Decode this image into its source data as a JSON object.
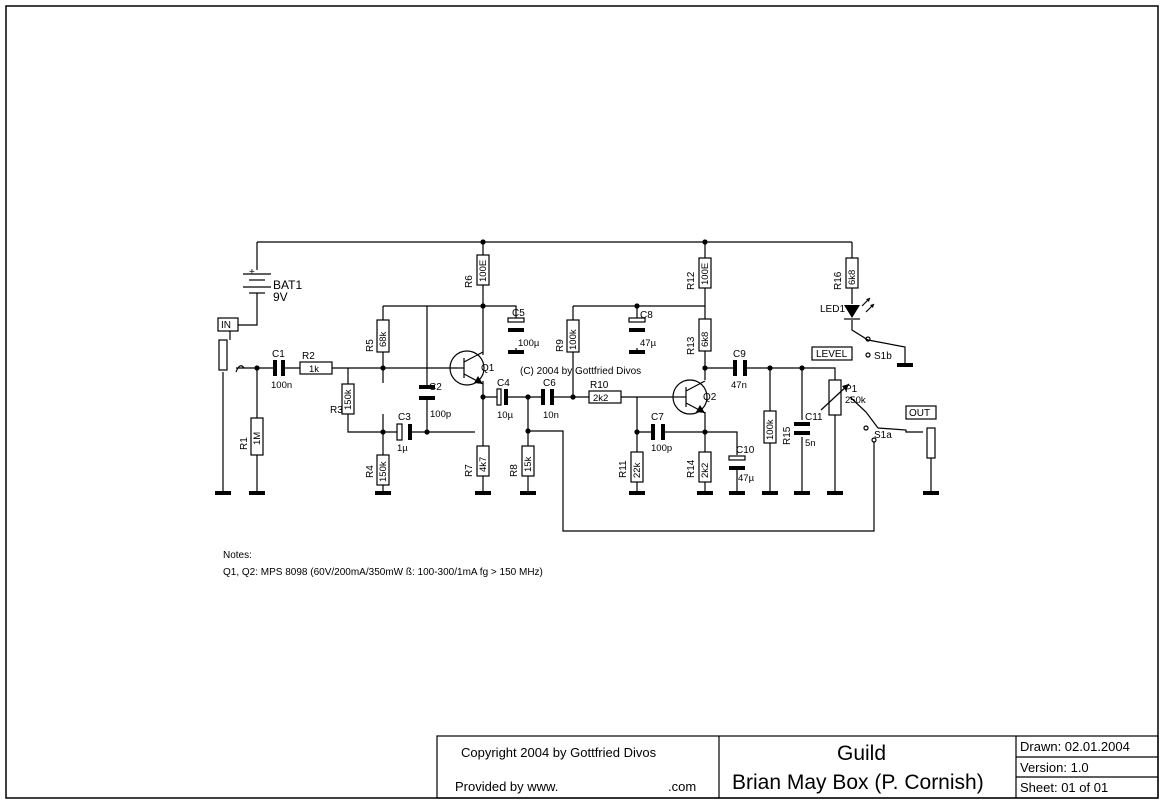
{
  "battery": {
    "ref": "BAT1",
    "value": "9V",
    "plus": "+"
  },
  "labels": {
    "in": "IN",
    "out": "OUT",
    "level": "LEVEL",
    "copyright": "(C) 2004 by Gottfried Divos"
  },
  "parts": {
    "R1": {
      "ref": "R1",
      "value": "1M"
    },
    "R2": {
      "ref": "R2",
      "value": "1k"
    },
    "R3": {
      "ref": "R3",
      "value": "150k"
    },
    "R4": {
      "ref": "R4",
      "value": "150k"
    },
    "R5": {
      "ref": "R5",
      "value": "68k"
    },
    "R6": {
      "ref": "R6",
      "value": "100E"
    },
    "R7": {
      "ref": "R7",
      "value": "4k7"
    },
    "R8": {
      "ref": "R8",
      "value": "15k"
    },
    "R9": {
      "ref": "R9",
      "value": "100k"
    },
    "R10": {
      "ref": "R10",
      "value": "2k2"
    },
    "R11": {
      "ref": "R11",
      "value": "22k"
    },
    "R12": {
      "ref": "R12",
      "value": "100E"
    },
    "R13": {
      "ref": "R13",
      "value": "6k8"
    },
    "R14": {
      "ref": "R14",
      "value": "2k2"
    },
    "R15": {
      "ref": "R15",
      "value": "100k"
    },
    "R16": {
      "ref": "R16",
      "value": "6k8"
    },
    "C1": {
      "ref": "C1",
      "value": "100n"
    },
    "C2": {
      "ref": "C2",
      "value": "100p"
    },
    "C3": {
      "ref": "C3",
      "value": "1µ"
    },
    "C4": {
      "ref": "C4",
      "value": "10µ"
    },
    "C5": {
      "ref": "C5",
      "value": "100µ"
    },
    "C6": {
      "ref": "C6",
      "value": "10n"
    },
    "C7": {
      "ref": "C7",
      "value": "100p"
    },
    "C8": {
      "ref": "C8",
      "value": "47µ"
    },
    "C9": {
      "ref": "C9",
      "value": "47n"
    },
    "C10": {
      "ref": "C10",
      "value": "47µ"
    },
    "C11": {
      "ref": "C11",
      "value": "5n"
    },
    "Q1": {
      "ref": "Q1"
    },
    "Q2": {
      "ref": "Q2"
    },
    "LED1": {
      "ref": "LED1"
    },
    "P1": {
      "ref": "P1",
      "value": "250k"
    },
    "S1a": {
      "ref": "S1a"
    },
    "S1b": {
      "ref": "S1b"
    }
  },
  "notes": {
    "heading": "Notes:",
    "line1": "Q1, Q2:  MPS 8098   (60V/200mA/350mW   ß: 100-300/1mA   fg > 150 MHz)"
  },
  "title_block": {
    "copyright": "Copyright 2004 by Gottfried Divos",
    "provided_by": "Provided by  www.",
    "provided_suffix": ".com",
    "brand": "Guild",
    "project": "Brian May Box (P. Cornish)",
    "drawn": "Drawn:  02.01.2004",
    "version": "Version:  1.0",
    "sheet": "Sheet:  01  of  01"
  }
}
